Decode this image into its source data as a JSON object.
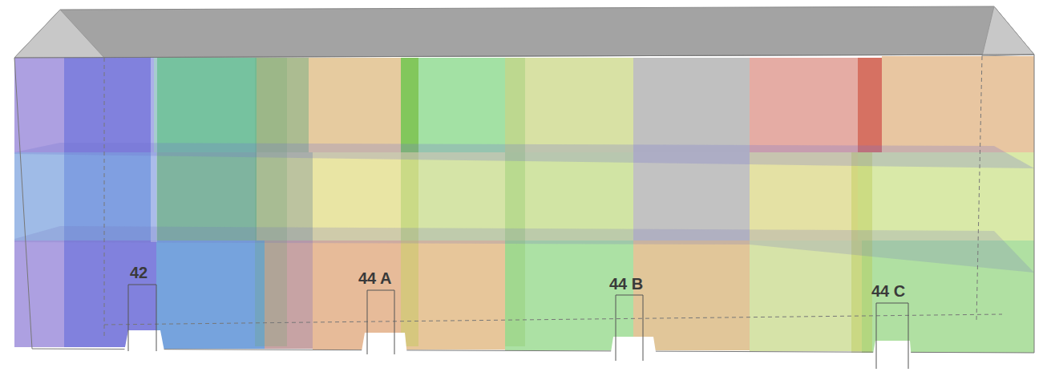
{
  "diagram": {
    "labels": [
      "42",
      "44 A",
      "44 B",
      "44 C"
    ]
  }
}
